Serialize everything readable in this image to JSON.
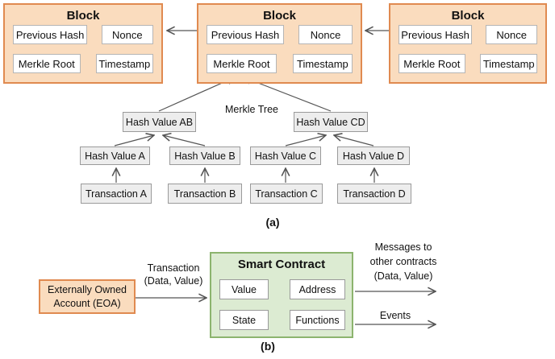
{
  "figure": {
    "caption_a": "(a)",
    "caption_b": "(b)"
  },
  "colors": {
    "block_fill": "#FADCBE",
    "block_border": "#E08A50",
    "contract_fill": "#DCEBD2",
    "contract_border": "#8CB46E",
    "gray_box_fill": "#EDEDED",
    "gray_box_border": "#9A9A9A",
    "arrow": "#555555"
  },
  "blocks": [
    {
      "title": "Block",
      "fields": [
        "Previous Hash",
        "Nonce",
        "Merkle Root",
        "Timestamp"
      ]
    },
    {
      "title": "Block",
      "fields": [
        "Previous Hash",
        "Nonce",
        "Merkle Root",
        "Timestamp"
      ]
    },
    {
      "title": "Block",
      "fields": [
        "Previous Hash",
        "Nonce",
        "Merkle Root",
        "Timestamp"
      ]
    }
  ],
  "merkle": {
    "label": "Merkle Tree",
    "level1": [
      "Hash Value AB",
      "Hash Value CD"
    ],
    "level2": [
      "Hash Value A",
      "Hash Value B",
      "Hash Value C",
      "Hash Value D"
    ],
    "transactions": [
      "Transaction A",
      "Transaction B",
      "Transaction C",
      "Transaction D"
    ]
  },
  "bottom": {
    "eoa_line1": "Externally Owned",
    "eoa_line2": "Account (EOA)",
    "transaction_label_line1": "Transaction",
    "transaction_label_line2": "(Data, Value)",
    "contract": {
      "title": "Smart Contract",
      "fields": [
        "Value",
        "Address",
        "State",
        "Functions"
      ]
    },
    "messages_label_line1": "Messages to",
    "messages_label_line2": "other contracts",
    "messages_label_line3": "(Data, Value)",
    "events_label": "Events"
  }
}
